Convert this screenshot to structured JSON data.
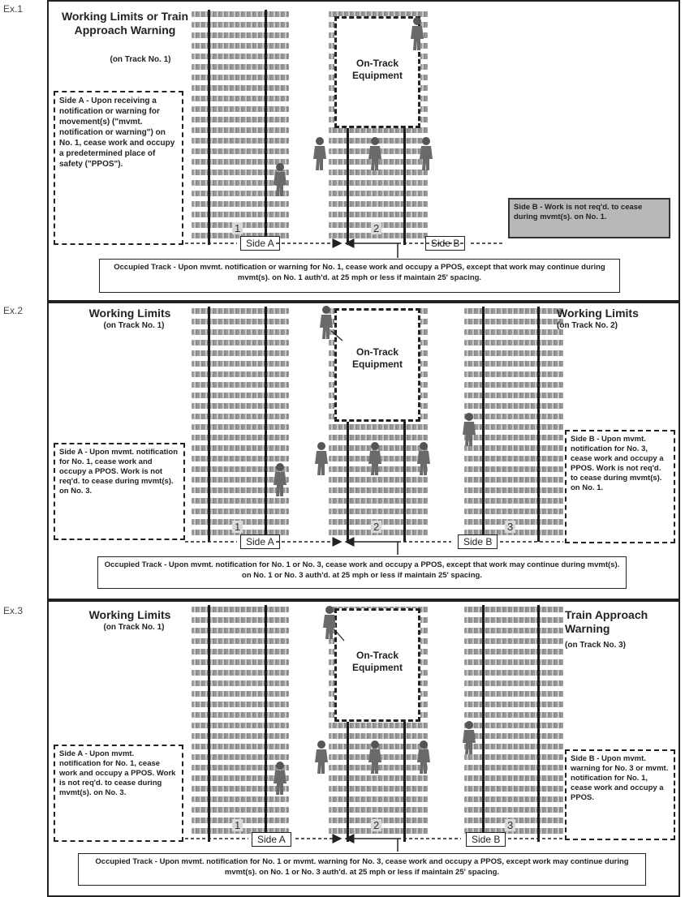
{
  "examples": [
    {
      "label": "Ex.1",
      "left_title": "Working Limits or Train Approach Warning",
      "left_sub": "(on Track No. 1)",
      "right_title": "",
      "right_sub": "",
      "equipment": "On-Track Equipment",
      "track_numbers": [
        "1",
        "2"
      ],
      "side_a_label": "Side A",
      "side_b_label": "Side B",
      "side_a_text": "Side A - Upon receiving a notification or warning for movement(s) (\"mvmt. notification or warning\") on No. 1, cease work and occupy a predetermined place of safety (\"PPOS\").",
      "side_b_text": "Side B - Work is not req'd. to cease during mvmt(s). on No. 1.",
      "occupied_text": "Occupied Track - Upon mvmt. notification or warning for No. 1, cease work and occupy a PPOS, except that work may continue during mvmt(s). on No. 1 auth'd. at 25 mph or less if maintain 25' spacing."
    },
    {
      "label": "Ex.2",
      "left_title": "Working Limits",
      "left_sub": "(on Track No. 1)",
      "right_title": "Working Limits",
      "right_sub": "(on Track No. 2)",
      "equipment": "On-Track Equipment",
      "track_numbers": [
        "1",
        "2",
        "3"
      ],
      "side_a_label": "Side A",
      "side_b_label": "Side B",
      "side_a_text": "Side A - Upon mvmt. notification for No. 1, cease work and occupy a PPOS. Work is not req'd. to cease during mvmt(s). on No. 3.",
      "side_b_text": "Side B - Upon mvmt. notification for No. 3, cease work and occupy a PPOS. Work is not req'd. to cease during mvmt(s). on No. 1.",
      "occupied_text": "Occupied Track - Upon mvmt. notification for No. 1 or No. 3, cease work and occupy a PPOS, except that work may continue during mvmt(s). on No. 1 or No. 3 auth'd. at 25 mph or less if maintain 25' spacing."
    },
    {
      "label": "Ex.3",
      "left_title": "Working Limits",
      "left_sub": "(on Track No. 1)",
      "right_title": "Train Approach Warning",
      "right_sub": "(on Track No. 3)",
      "equipment": "On-Track Equipment",
      "track_numbers": [
        "1",
        "2",
        "3"
      ],
      "side_a_label": "Side A",
      "side_b_label": "Side B",
      "side_a_text": "Side A - Upon mvmt. notification for No. 1, cease work and occupy a PPOS. Work is not req'd. to cease during mvmt(s). on No. 3.",
      "side_b_text": "Side B - Upon mvmt. warning for No. 3 or mvmt. notification for No. 1, cease work and occupy a PPOS.",
      "occupied_text": "Occupied Track - Upon mvmt. notification for No. 1 or mvmt. warning for No. 3, cease work and occupy a PPOS, except work may continue during mvmt(s). on No. 1 or No. 3 auth'd. at 25 mph or less if maintain 25' spacing."
    }
  ]
}
